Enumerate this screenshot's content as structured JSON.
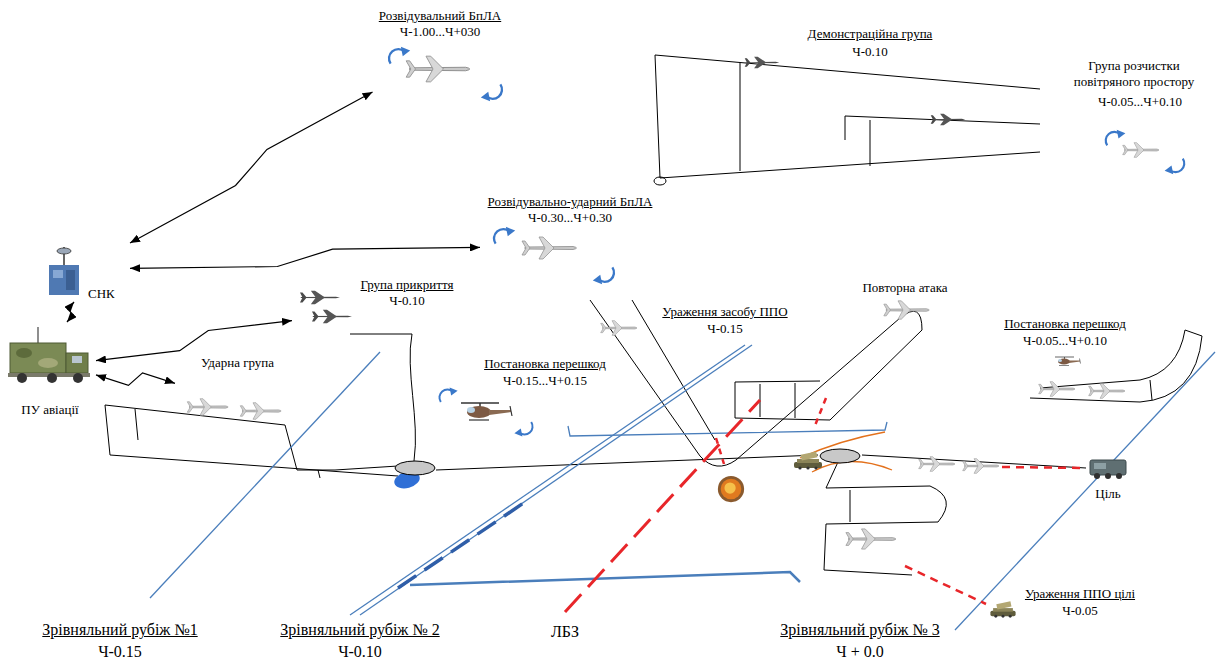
{
  "diagram": {
    "nodes": [
      {
        "text": [
          "Розвідувальний БпЛА",
          "Ч-1.00...Ч+030"
        ]
      },
      {
        "text": [
          "Розвідувально-ударний БпЛА",
          "Ч-0.30...Ч+0.30"
        ]
      },
      {
        "text": [
          "СНК"
        ]
      },
      {
        "text": [
          "Група прикриття",
          "Ч-0.10"
        ]
      },
      {
        "text": [
          "ПУ авіації"
        ]
      },
      {
        "text": [
          "Ударна група"
        ]
      }
    ],
    "edges": [
      {
        "from": 2,
        "to": 0,
        "arrow": "both"
      },
      {
        "from": 2,
        "to": 1,
        "arrow": "both"
      },
      {
        "from": 2,
        "to": 4,
        "arrow": "both"
      },
      {
        "from": 4,
        "to": 3,
        "arrow": "both"
      },
      {
        "from": 4,
        "to": 5,
        "arrow": "both"
      }
    ],
    "labels": [
      "Демонстраційна група",
      "Ч-0.10",
      "Група розчистки повітряного простору",
      "Ч-0.05...Ч+0.10",
      "Ураження засобу ППО",
      "Ч-0.15",
      "Повторна атака",
      "Постановка перешкод",
      "Ч-0.05...Ч+0.10",
      "Постановка перешкод",
      "Ч-0.15...Ч+0.15",
      "Ціль",
      "Ураження ППО цілі",
      "Ч-0.05",
      "Зрівняльний рубіж №1",
      "Ч-0.15",
      "Зрівняльний рубіж № 2",
      "Ч-0.10",
      "ЛБЗ",
      "Зрівняльний рубіж № 3",
      "Ч + 0.0"
    ]
  }
}
